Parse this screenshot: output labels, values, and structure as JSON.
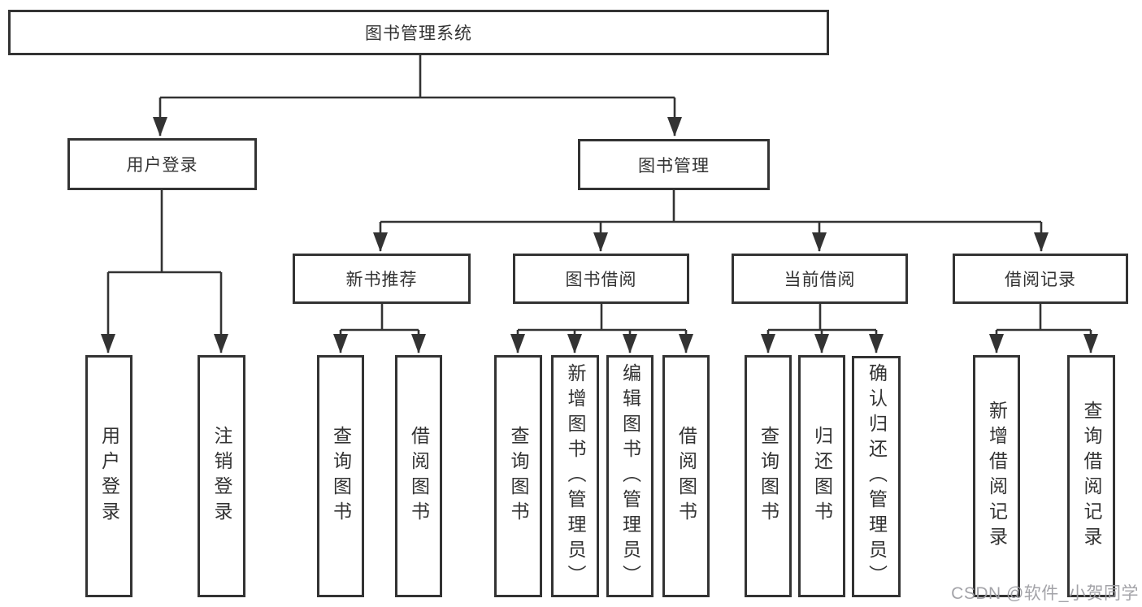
{
  "diagram": {
    "root": {
      "label": "图书管理系统"
    },
    "level2": [
      {
        "label": "用户登录"
      },
      {
        "label": "图书管理"
      }
    ],
    "level3": [
      {
        "label": "新书推荐",
        "parent": "图书管理"
      },
      {
        "label": "图书借阅",
        "parent": "图书管理"
      },
      {
        "label": "当前借阅",
        "parent": "图书管理"
      },
      {
        "label": "借阅记录",
        "parent": "图书管理"
      }
    ],
    "leaves": [
      {
        "label": "用户登录",
        "parent": "用户登录"
      },
      {
        "label": "注销登录",
        "parent": "用户登录"
      },
      {
        "label": "查询图书",
        "parent": "新书推荐"
      },
      {
        "label": "借阅图书",
        "parent": "新书推荐"
      },
      {
        "label": "查询图书",
        "parent": "图书借阅"
      },
      {
        "label": "新增图书（管理员）",
        "parent": "图书借阅"
      },
      {
        "label": "编辑图书（管理员）",
        "parent": "图书借阅"
      },
      {
        "label": "借阅图书",
        "parent": "图书借阅"
      },
      {
        "label": "查询图书",
        "parent": "当前借阅"
      },
      {
        "label": "归还图书",
        "parent": "当前借阅"
      },
      {
        "label": "确认归还（管理员）",
        "parent": "当前借阅"
      },
      {
        "label": "新增借阅记录",
        "parent": "借阅记录"
      },
      {
        "label": "查询借阅记录",
        "parent": "借阅记录"
      }
    ]
  },
  "watermark": {
    "text": "CSDN @软件_小贺同学"
  },
  "colors": {
    "line": "#333333",
    "border": "#333333",
    "text": "#333333",
    "watermark": "#9e9ea3",
    "background": "#ffffff"
  }
}
